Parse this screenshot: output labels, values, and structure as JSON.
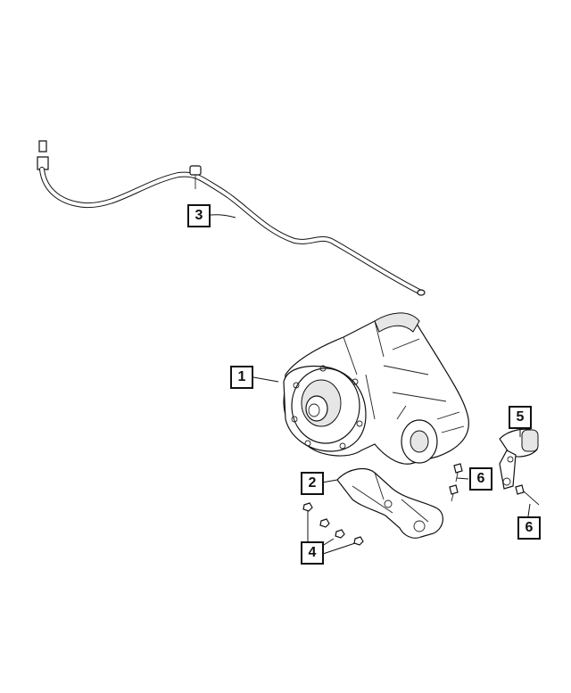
{
  "callouts": [
    {
      "id": "1",
      "label": "1"
    },
    {
      "id": "2",
      "label": "2"
    },
    {
      "id": "3",
      "label": "3"
    },
    {
      "id": "4",
      "label": "4"
    },
    {
      "id": "5",
      "label": "5"
    },
    {
      "id": "6a",
      "label": "6"
    },
    {
      "id": "6b",
      "label": "6"
    }
  ]
}
